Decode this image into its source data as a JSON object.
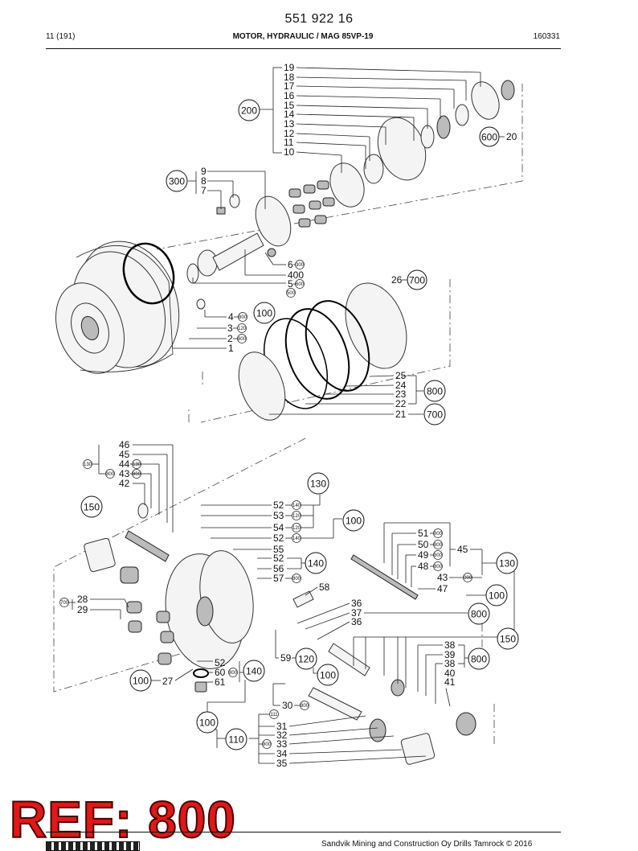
{
  "page_number": "551 922 16",
  "header": {
    "left": "11 (191)",
    "title": "MOTOR, HYDRAULIC / MAG 85VP-19",
    "right": "160331"
  },
  "footer": {
    "copyright": "Sandvik Mining and Construction Oy Drills Tamrock © 2016"
  },
  "stamp": "REF: 800",
  "callout_labels": [
    {
      "id": "c200",
      "text": "200"
    },
    {
      "id": "c300",
      "text": "300"
    },
    {
      "id": "c600",
      "text": "600"
    },
    {
      "id": "c100a",
      "text": "100"
    },
    {
      "id": "c700a",
      "text": "700"
    },
    {
      "id": "c800a",
      "text": "800"
    },
    {
      "id": "c700b",
      "text": "700"
    },
    {
      "id": "c130a",
      "text": "130"
    },
    {
      "id": "c150a",
      "text": "150"
    },
    {
      "id": "c100b",
      "text": "100"
    },
    {
      "id": "c140a",
      "text": "140"
    },
    {
      "id": "c130b",
      "text": "130"
    },
    {
      "id": "c100c",
      "text": "100"
    },
    {
      "id": "c800b",
      "text": "800"
    },
    {
      "id": "c150b",
      "text": "150"
    },
    {
      "id": "c800c",
      "text": "800"
    },
    {
      "id": "c120",
      "text": "120"
    },
    {
      "id": "c100d",
      "text": "100"
    },
    {
      "id": "c140b",
      "text": "140"
    },
    {
      "id": "c100e",
      "text": "100"
    },
    {
      "id": "c100f",
      "text": "100"
    },
    {
      "id": "c110",
      "text": "110"
    }
  ],
  "part_numbers_top": [
    "19",
    "18",
    "17",
    "16",
    "15",
    "14",
    "13",
    "12",
    "11",
    "10"
  ],
  "part_numbers_group300": [
    "9",
    "8",
    "7"
  ],
  "part_numbers_misc_top": [
    {
      "num": "20",
      "ref": ""
    },
    {
      "num": "6",
      "ref": "300"
    },
    {
      "num": "400",
      "ref": ""
    },
    {
      "num": "5",
      "ref": "600"
    },
    {
      "num": "",
      "ref": "500"
    },
    {
      "num": "26",
      "ref": ""
    },
    {
      "num": "4",
      "ref": "800"
    },
    {
      "num": "3",
      "ref": "120"
    },
    {
      "num": "2",
      "ref": "800"
    },
    {
      "num": "1",
      "ref": ""
    }
  ],
  "part_numbers_rings": [
    "25",
    "24",
    "23",
    "22",
    "21"
  ],
  "part_numbers_left_bottom": [
    {
      "num": "46",
      "ref": ""
    },
    {
      "num": "45",
      "ref": ""
    },
    {
      "num": "44",
      "ref": "130"
    },
    {
      "num": "43",
      "ref": "800"
    },
    {
      "num": "42",
      "ref": ""
    }
  ],
  "part_numbers_center_bottom": [
    {
      "num": "52",
      "ref": "140"
    },
    {
      "num": "53",
      "ref": "120"
    },
    {
      "num": "54",
      "ref": "120"
    },
    {
      "num": "52",
      "ref": "140"
    },
    {
      "num": "55",
      "ref": ""
    },
    {
      "num": "52",
      "ref": ""
    },
    {
      "num": "56",
      "ref": ""
    },
    {
      "num": "57",
      "ref": "800"
    },
    {
      "num": "58",
      "ref": ""
    }
  ],
  "part_numbers_right_valve": [
    {
      "num": "51",
      "ref": "800"
    },
    {
      "num": "50",
      "ref": "800"
    },
    {
      "num": "49",
      "ref": "800"
    },
    {
      "num": "48",
      "ref": "800"
    },
    {
      "num": "45",
      "ref": ""
    },
    {
      "num": "43",
      "ref": "800"
    },
    {
      "num": "47",
      "ref": ""
    }
  ],
  "part_numbers_28": [
    {
      "num": "28",
      "ref": "700"
    },
    {
      "num": "29",
      "ref": ""
    }
  ],
  "part_numbers_36": [
    "36",
    "37",
    "36"
  ],
  "part_numbers_38": [
    "38",
    "39",
    "38",
    "40",
    "41"
  ],
  "part_numbers_59": [
    {
      "num": "59",
      "ref": ""
    }
  ],
  "part_numbers_52b": [
    {
      "num": "52",
      "ref": ""
    },
    {
      "num": "60",
      "ref": "800"
    },
    {
      "num": "61",
      "ref": ""
    }
  ],
  "part_numbers_27": [
    {
      "num": "27",
      "ref": ""
    }
  ],
  "part_numbers_30": [
    {
      "num": "30",
      "ref": "800"
    }
  ],
  "part_numbers_31": [
    {
      "num": "",
      "ref": "111"
    },
    {
      "num": "31",
      "ref": ""
    },
    {
      "num": "32",
      "ref": ""
    },
    {
      "num": "33",
      "ref": "800"
    },
    {
      "num": "34",
      "ref": ""
    },
    {
      "num": "35",
      "ref": ""
    }
  ]
}
